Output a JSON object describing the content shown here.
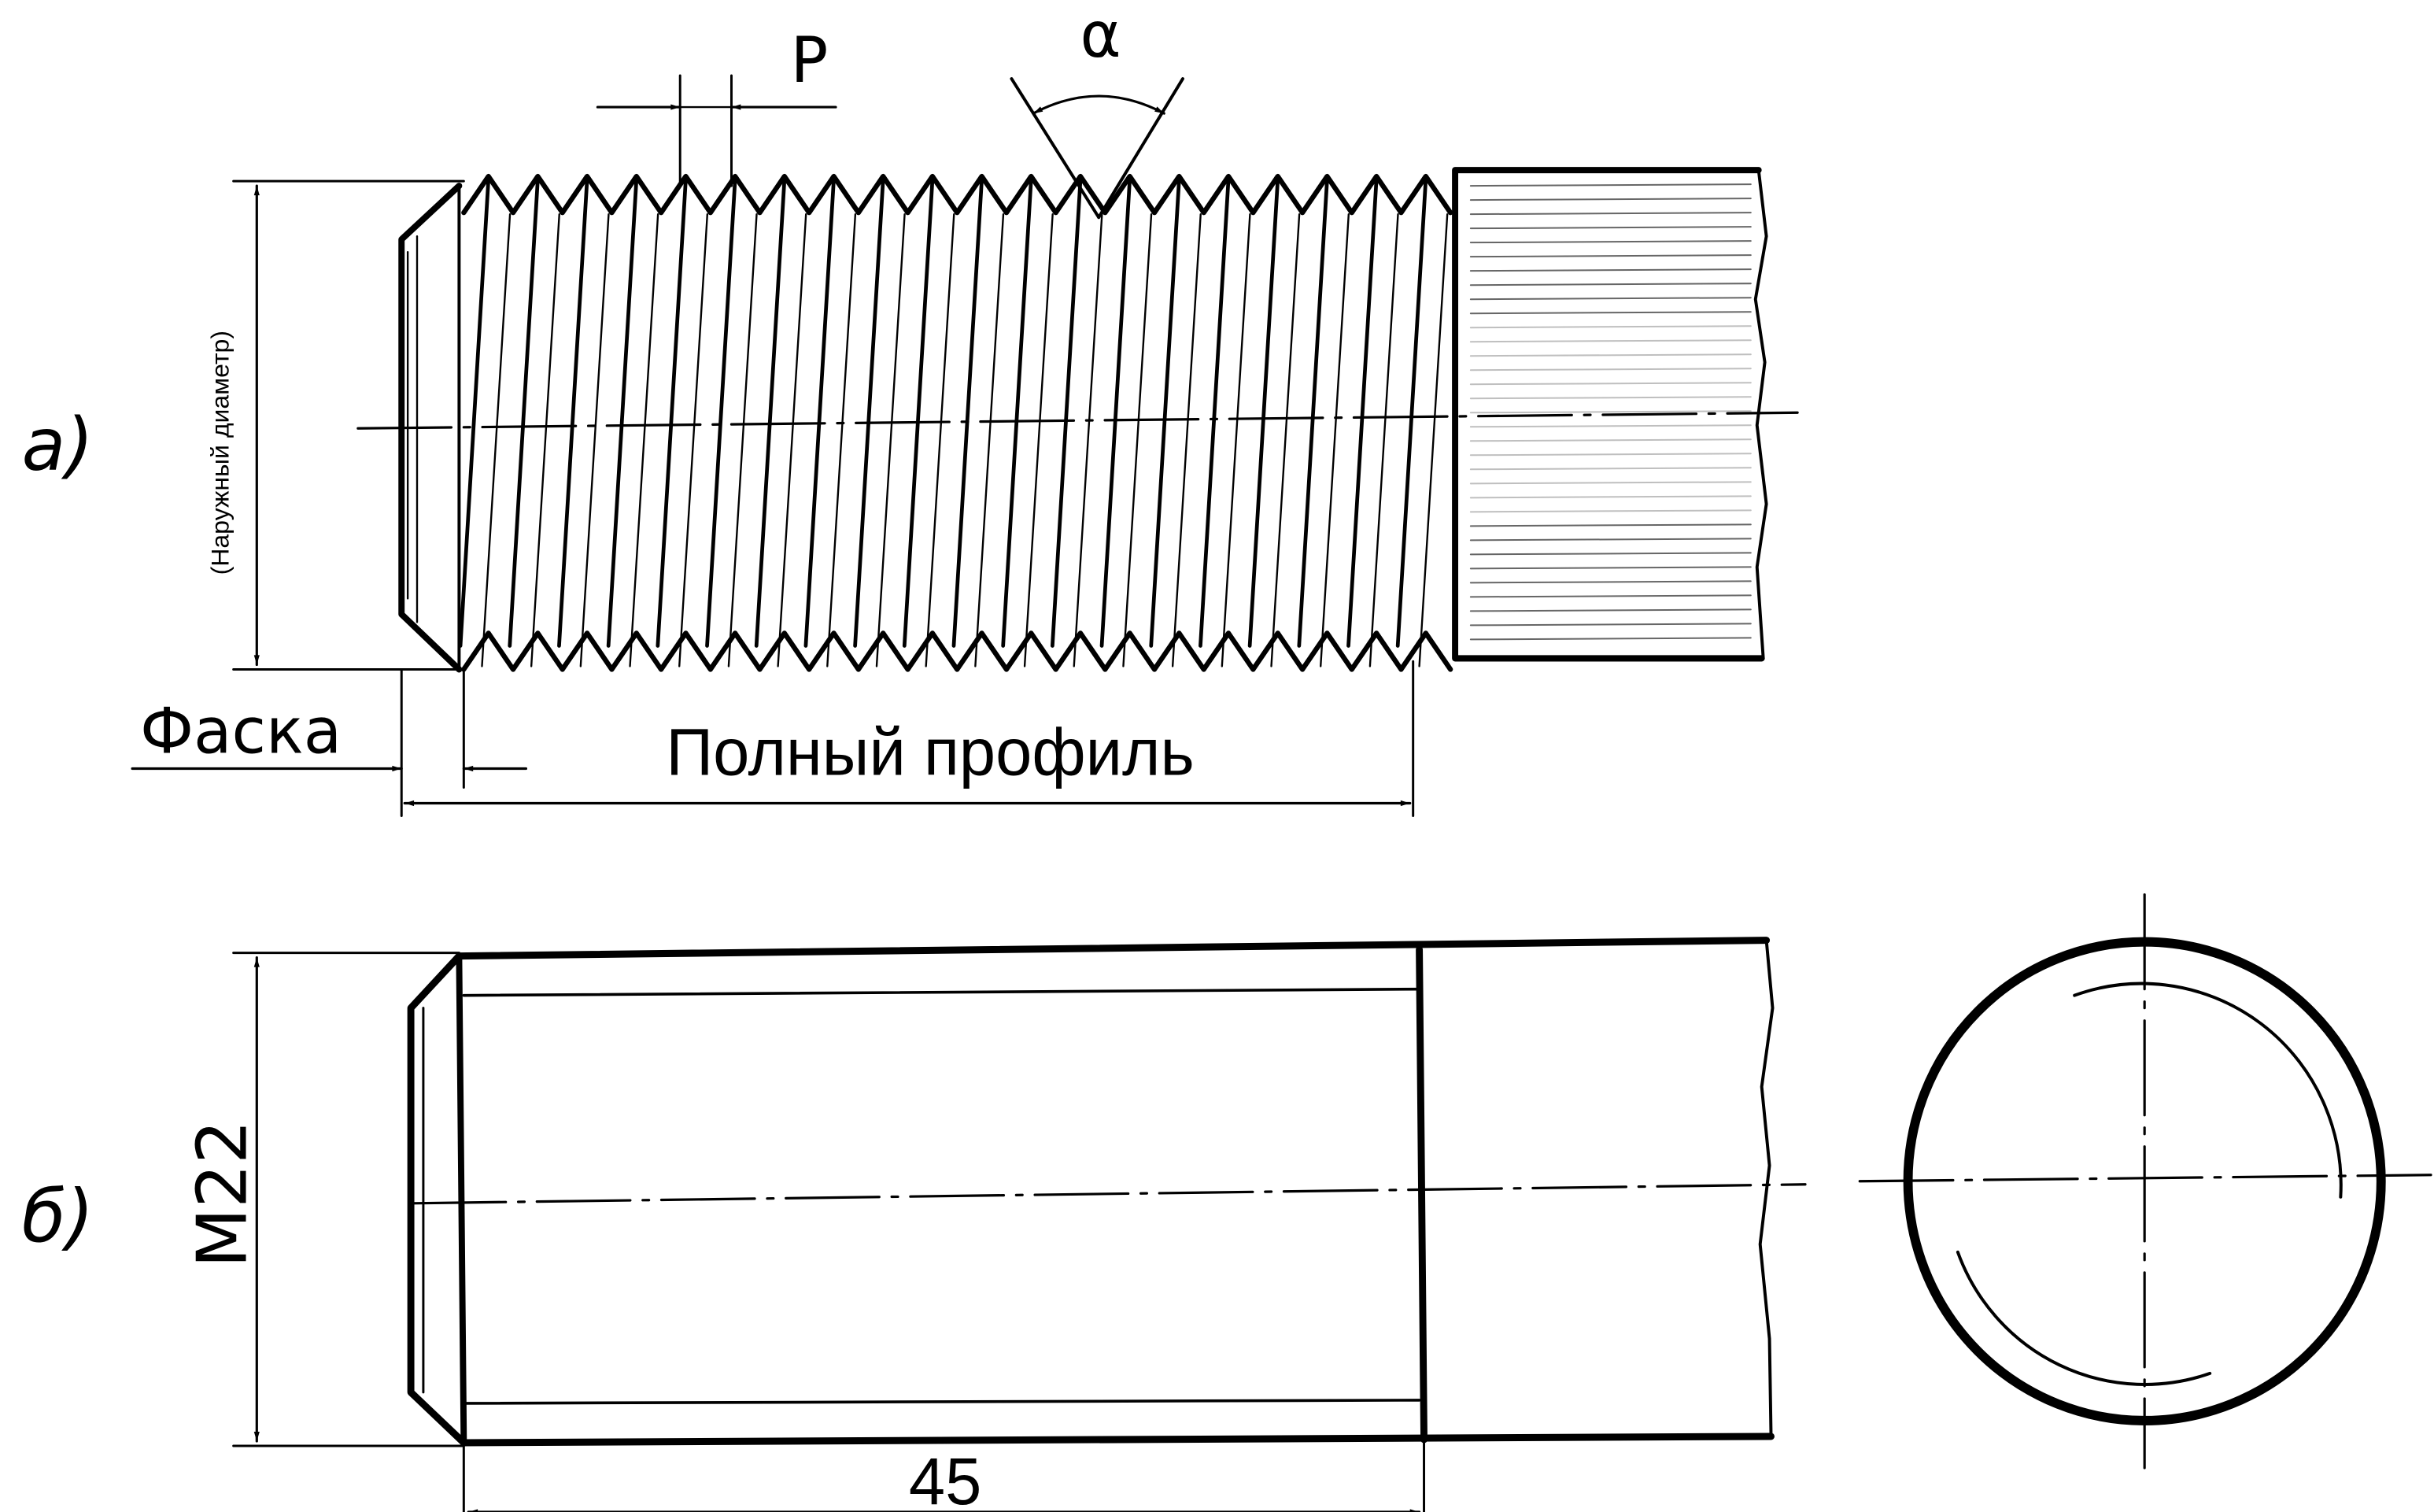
{
  "view_a": {
    "label": "а)",
    "pitch_label": "P",
    "angle_label": "α",
    "outer_diameter_label": "(Наружный диаметр)",
    "chamfer_label": "Фаска",
    "full_profile_label": "Полный профиль"
  },
  "view_b": {
    "label": "б)",
    "diameter_label": "M22",
    "length_label": "45"
  }
}
